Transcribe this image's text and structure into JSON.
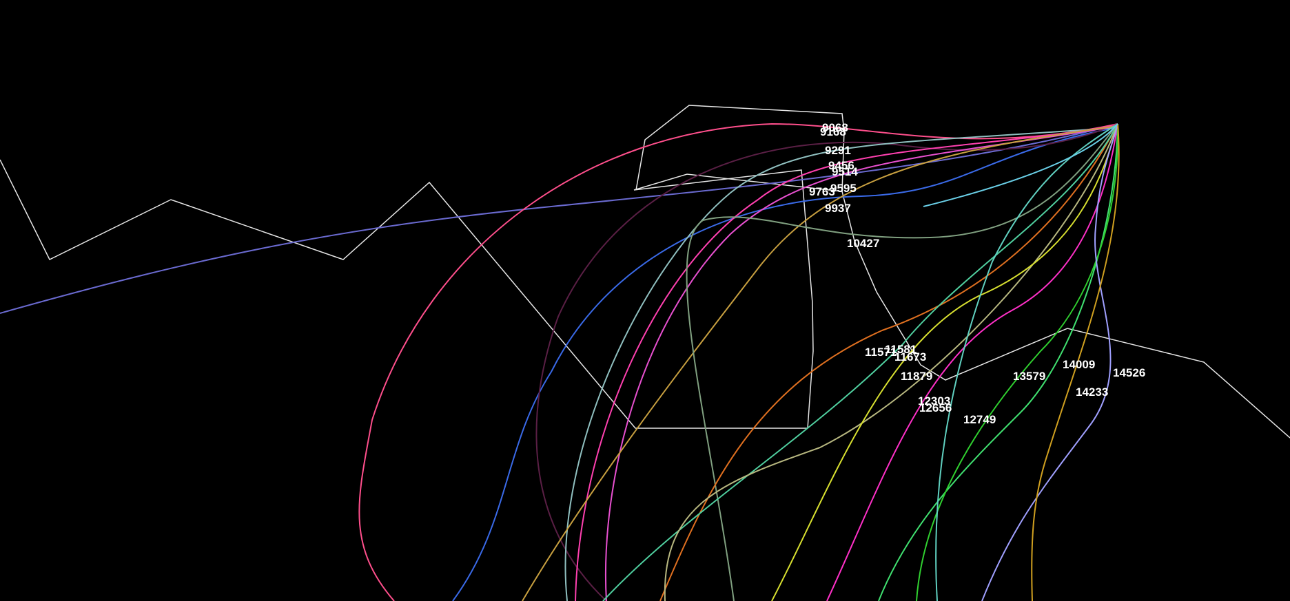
{
  "colors": {
    "background": "#000000",
    "outline": "#e6e6e6",
    "label": "#ffffff"
  },
  "labels": [
    {
      "id": "n9068",
      "text": "9068"
    },
    {
      "id": "n9168",
      "text": "9168"
    },
    {
      "id": "n9291",
      "text": "9291"
    },
    {
      "id": "n9456",
      "text": "9456"
    },
    {
      "id": "n9514",
      "text": "9514"
    },
    {
      "id": "n9595",
      "text": "9595"
    },
    {
      "id": "n9763",
      "text": "9763"
    },
    {
      "id": "n9937",
      "text": "9937"
    },
    {
      "id": "n10427",
      "text": "10427"
    },
    {
      "id": "n11571",
      "text": "11571"
    },
    {
      "id": "n11581",
      "text": "11581"
    },
    {
      "id": "n11673",
      "text": "11673"
    },
    {
      "id": "n11879",
      "text": "11879"
    },
    {
      "id": "n12303",
      "text": "12303"
    },
    {
      "id": "n12656",
      "text": "12656"
    },
    {
      "id": "n12749",
      "text": "12749"
    },
    {
      "id": "n13579",
      "text": "13579"
    },
    {
      "id": "n14009",
      "text": "14009"
    },
    {
      "id": "n14233",
      "text": "14233"
    },
    {
      "id": "n14526",
      "text": "14526"
    }
  ],
  "trace_colors": [
    "#6a6ad0",
    "#3a6ae8",
    "#ff4f8c",
    "#5a1f45",
    "#90c0c0",
    "#ff40b0",
    "#e850d0",
    "#c8a040",
    "#80a080",
    "#e07020",
    "#50d0a0",
    "#b8b880",
    "#d8e030",
    "#ff30c8",
    "#40e070",
    "#30d030",
    "#60d0c0",
    "#a0a0ff",
    "#d0a020",
    "#6ad0e8"
  ]
}
